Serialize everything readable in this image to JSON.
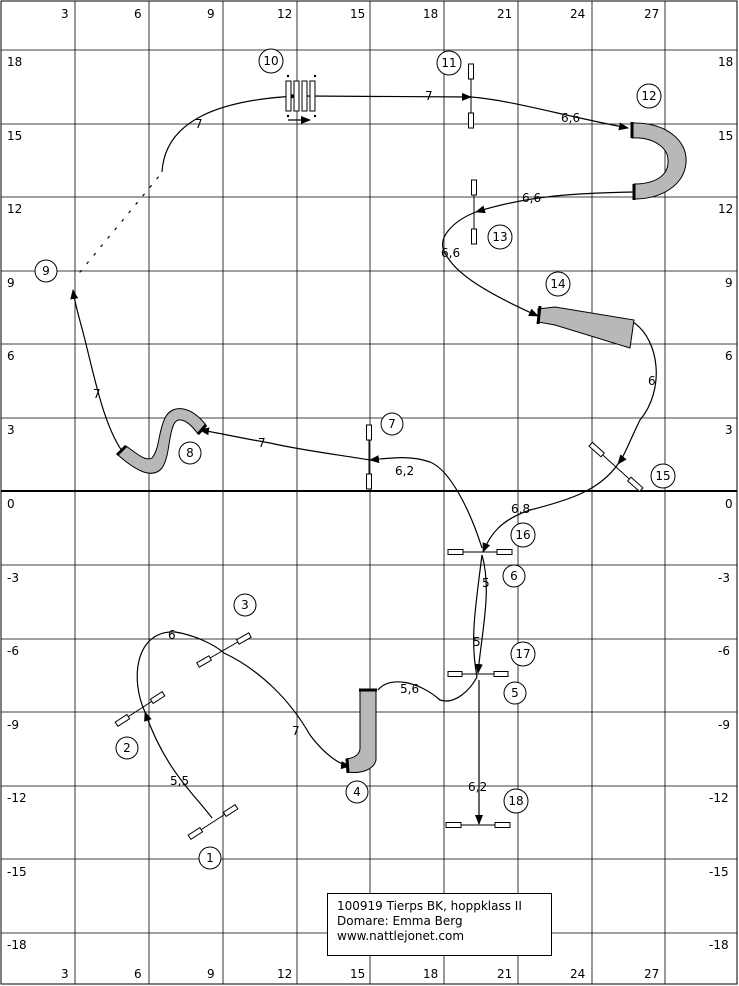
{
  "axis": {
    "x_top": [
      "3",
      "6",
      "9",
      "12",
      "15",
      "18",
      "21",
      "24",
      "27"
    ],
    "x_bottom": [
      "3",
      "6",
      "9",
      "12",
      "15",
      "18",
      "21",
      "24",
      "27"
    ],
    "y_left": [
      "18",
      "15",
      "12",
      "9",
      "6",
      "3",
      "0",
      "-3",
      "-6",
      "-9",
      "-12",
      "-15",
      "-18"
    ],
    "y_right": [
      "18",
      "15",
      "12",
      "9",
      "6",
      "3",
      "0",
      "-3",
      "-6",
      "-9",
      "-12",
      "-15",
      "-18"
    ]
  },
  "obstacles": [
    "1",
    "2",
    "3",
    "4",
    "5",
    "6",
    "7",
    "8",
    "9",
    "10",
    "11",
    "12",
    "13",
    "14",
    "15",
    "16",
    "17",
    "18"
  ],
  "distances": [
    "5,5",
    "6",
    "7",
    "5,6",
    "5",
    "5",
    "6,2",
    "7",
    "7",
    "7",
    "7",
    "6,6",
    "6,6",
    "6,6",
    "6",
    "6,8",
    "6,2"
  ],
  "info": {
    "line1": "100919 Tierps BK, hoppklass II",
    "line2": "Domare: Emma Berg",
    "line3": "www.nattlejonet.com"
  }
}
